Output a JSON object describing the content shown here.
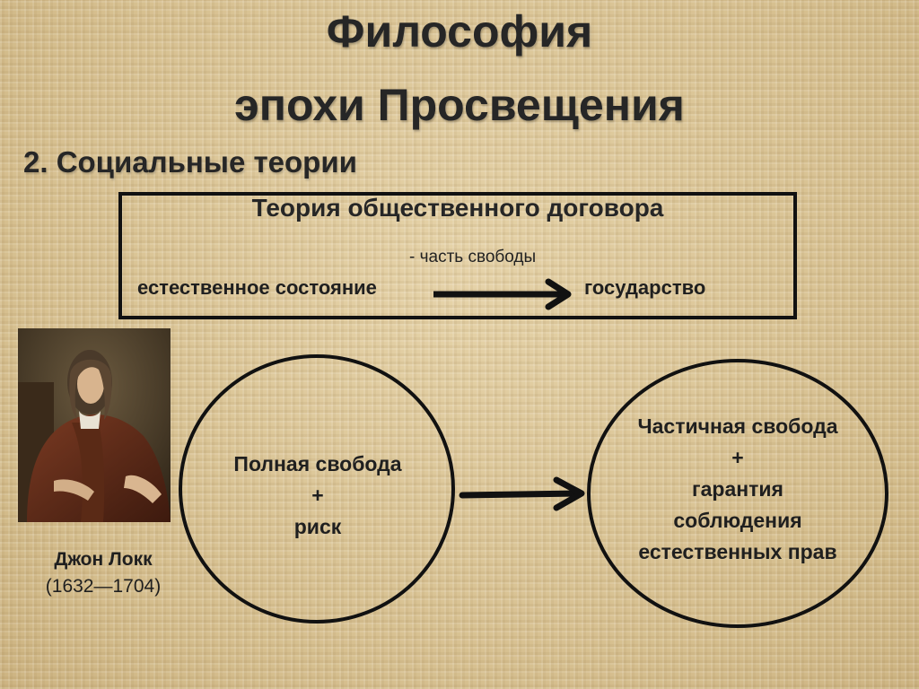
{
  "title": {
    "line1": "Философия",
    "line2": "эпохи Просвещения"
  },
  "section_heading": "2. Социальные теории",
  "contract_box": {
    "title": "Теория общественного договора",
    "note": "- часть свободы",
    "from": "естественное состояние",
    "to": "государство"
  },
  "portrait": {
    "name": "Джон Локк",
    "years": "(1632—1704)"
  },
  "left_circle": {
    "line1": "Полная свобода",
    "line2": "+",
    "line3": "риск"
  },
  "right_circle": {
    "line1": "Частичная свобода",
    "line2": "+",
    "line3": "гарантия",
    "line4": "соблюдения",
    "line5": "естественных прав"
  },
  "colors": {
    "background": "#dcc69a",
    "text": "#262626",
    "lines": "#111111"
  }
}
